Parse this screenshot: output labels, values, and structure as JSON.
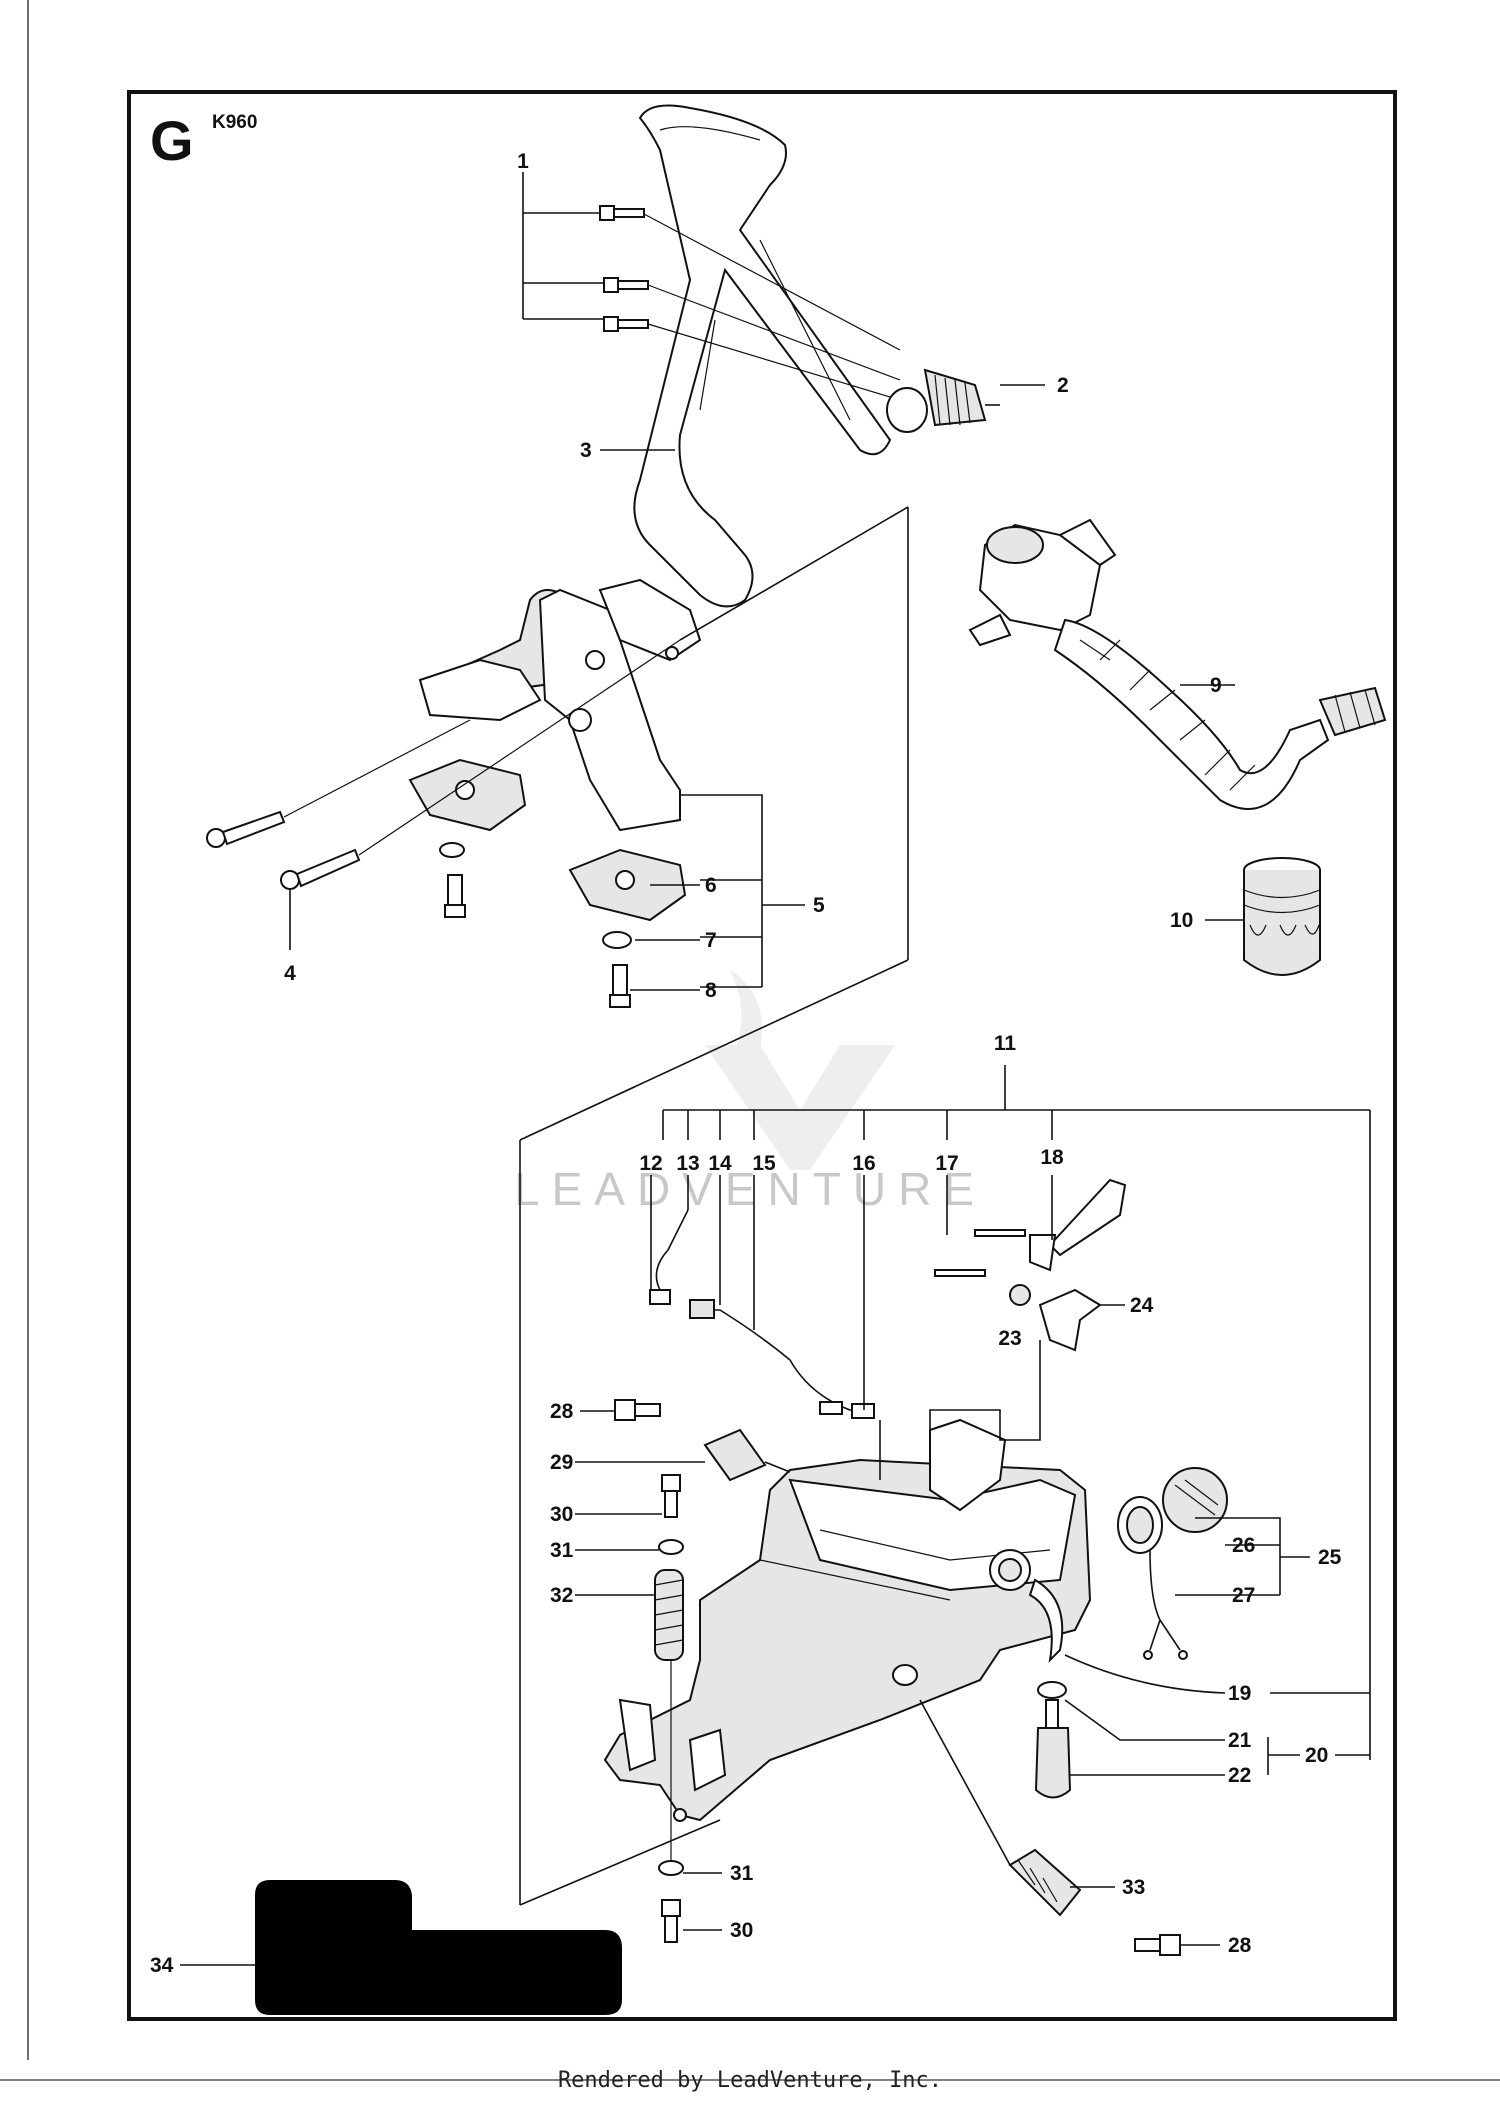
{
  "diagram": {
    "section_letter": "G",
    "model": "K960",
    "watermark": "LEADVENTURE",
    "footer": "Rendered by LeadVenture, Inc.",
    "callouts": [
      "1",
      "2",
      "3",
      "4",
      "5",
      "6",
      "7",
      "8",
      "9",
      "10",
      "11",
      "12",
      "13",
      "14",
      "15",
      "16",
      "17",
      "18",
      "19",
      "20",
      "21",
      "22",
      "23",
      "24",
      "25",
      "26",
      "27",
      "28",
      "29",
      "30",
      "31",
      "32",
      "33",
      "34"
    ]
  }
}
